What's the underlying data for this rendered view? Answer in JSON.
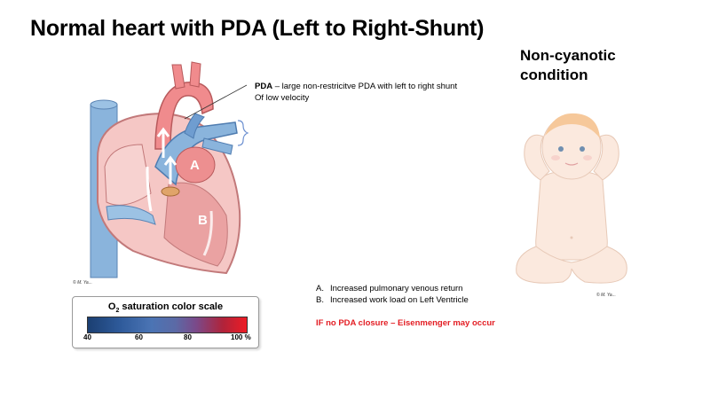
{
  "title": "Normal heart with PDA (Left to Right-Shunt)",
  "condition": {
    "line1": "Non-cyanotic",
    "line2": "condition"
  },
  "pda_note": {
    "term": "PDA",
    "text": " – large non-restricitve PDA with left to right shunt",
    "text2": "Of low velocity"
  },
  "heart_labels": {
    "a": "A",
    "b": "B"
  },
  "findings": [
    {
      "marker": "A.",
      "text": "Increased pulmonary venous return"
    },
    {
      "marker": "B.",
      "text": "Increased work load on Left Ventricle"
    }
  ],
  "warning": "IF no PDA closure – Eisenmenger may occur",
  "legend": {
    "title_prefix": "O",
    "title_sub": "2",
    "title_suffix": " saturation color scale",
    "ticks": [
      "40",
      "60",
      "80",
      "100 %"
    ]
  },
  "credits": {
    "heart": "© M. Ya...",
    "baby": "© M. Ya..."
  },
  "colors": {
    "oxygenated": "#f4b6b4",
    "deoxygenated": "#8ab4dc",
    "mixed": "#5a8cc8",
    "warning": "#e31e24",
    "baby_skin": "#fbe9de"
  }
}
